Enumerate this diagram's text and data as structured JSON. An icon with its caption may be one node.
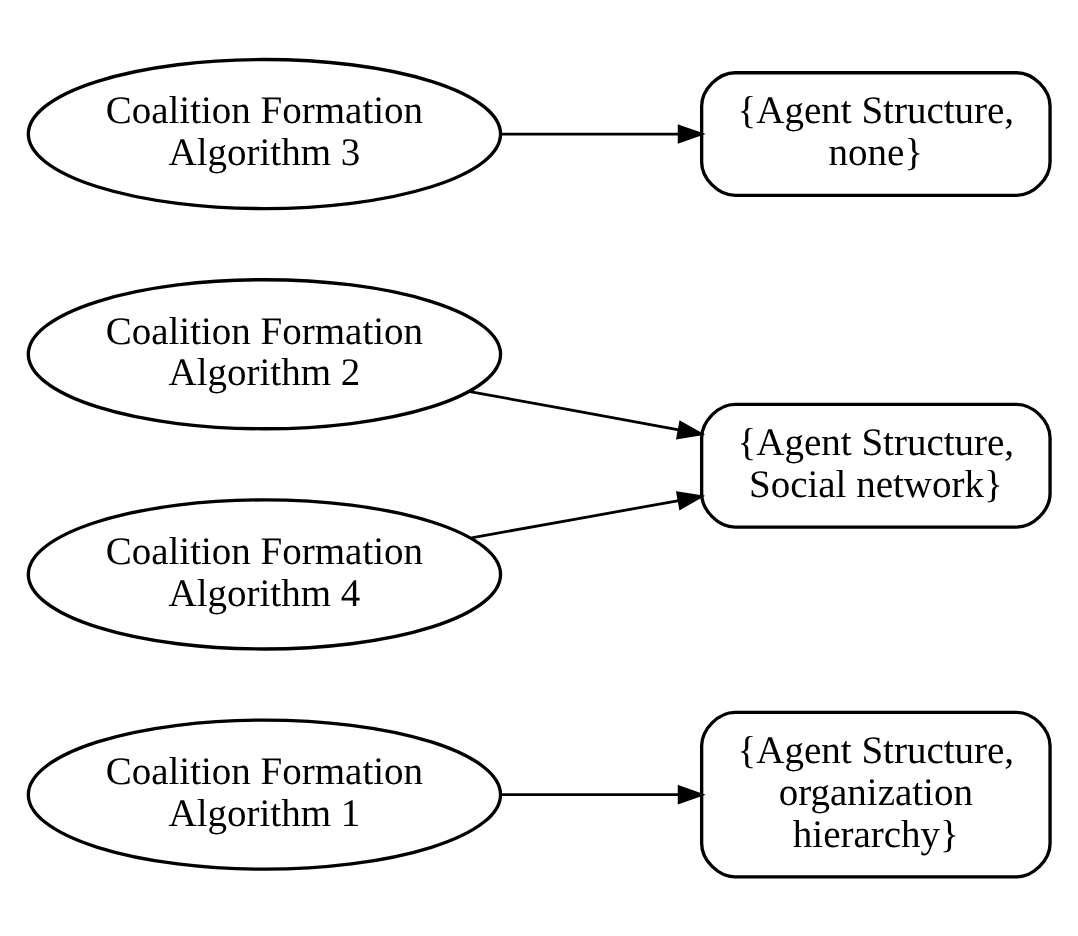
{
  "diagram": {
    "nodes": [
      {
        "text": [
          "Coalition Formation Algorithm 1"
        ]
      },
      {
        "text": [
          "Coalition Formation Algorithm 2"
        ]
      },
      {
        "text": [
          "Coalition Formation Algorithm 3"
        ]
      },
      {
        "text": [
          "Coalition Formation Algorithm 4"
        ]
      },
      {
        "text": [
          "{Agent Structure, organization hierarchy}"
        ]
      },
      {
        "text": [
          "{Agent Structure, Social network}"
        ]
      },
      {
        "text": [
          "{Agent Structure, none}"
        ]
      }
    ],
    "edges": [
      {
        "from": 0,
        "to": 4,
        "arrow": "to"
      },
      {
        "from": 1,
        "to": 5,
        "arrow": "to"
      },
      {
        "from": 2,
        "to": 6,
        "arrow": "to"
      },
      {
        "from": 3,
        "to": 5,
        "arrow": "to"
      }
    ]
  }
}
